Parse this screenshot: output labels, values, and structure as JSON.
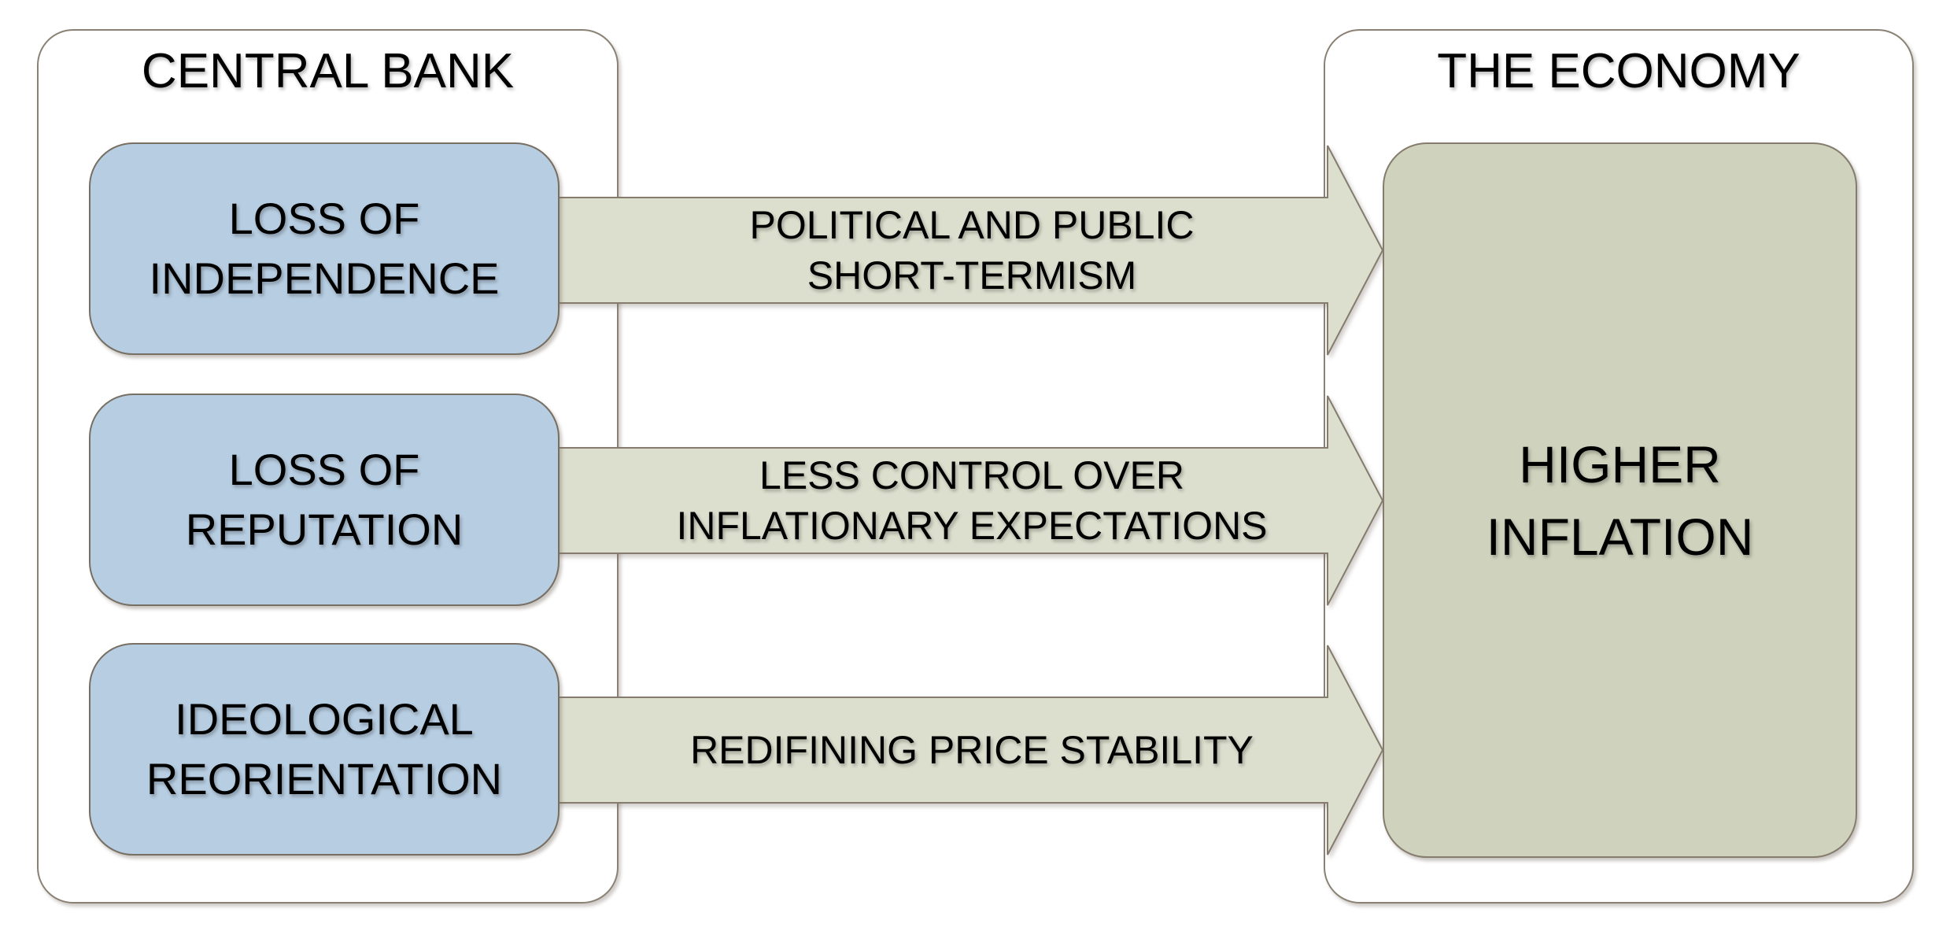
{
  "left_panel": {
    "title": "CENTRAL BANK",
    "boxes": [
      {
        "line1": "LOSS OF",
        "line2": "INDEPENDENCE"
      },
      {
        "line1": "LOSS OF",
        "line2": "REPUTATION"
      },
      {
        "line1": "IDEOLOGICAL",
        "line2": "REORIENTATION"
      }
    ]
  },
  "right_panel": {
    "title": "THE ECONOMY",
    "box": {
      "line1": "HIGHER",
      "line2": "INFLATION"
    }
  },
  "arrows": [
    {
      "line1": "POLITICAL AND PUBLIC",
      "line2": "SHORT-TERMISM"
    },
    {
      "line1": "LESS CONTROL OVER",
      "line2": "INFLATIONARY EXPECTATIONS"
    },
    {
      "line1": "REDIFINING PRICE STABILITY",
      "line2": ""
    }
  ],
  "colors": {
    "background": "#ffffff",
    "cause_box_fill": "#b7cde1",
    "arrow_fill": "#dcdfce",
    "effect_box_fill": "#cfd2bd",
    "stroke": "#857c6e",
    "text": "#000000"
  }
}
